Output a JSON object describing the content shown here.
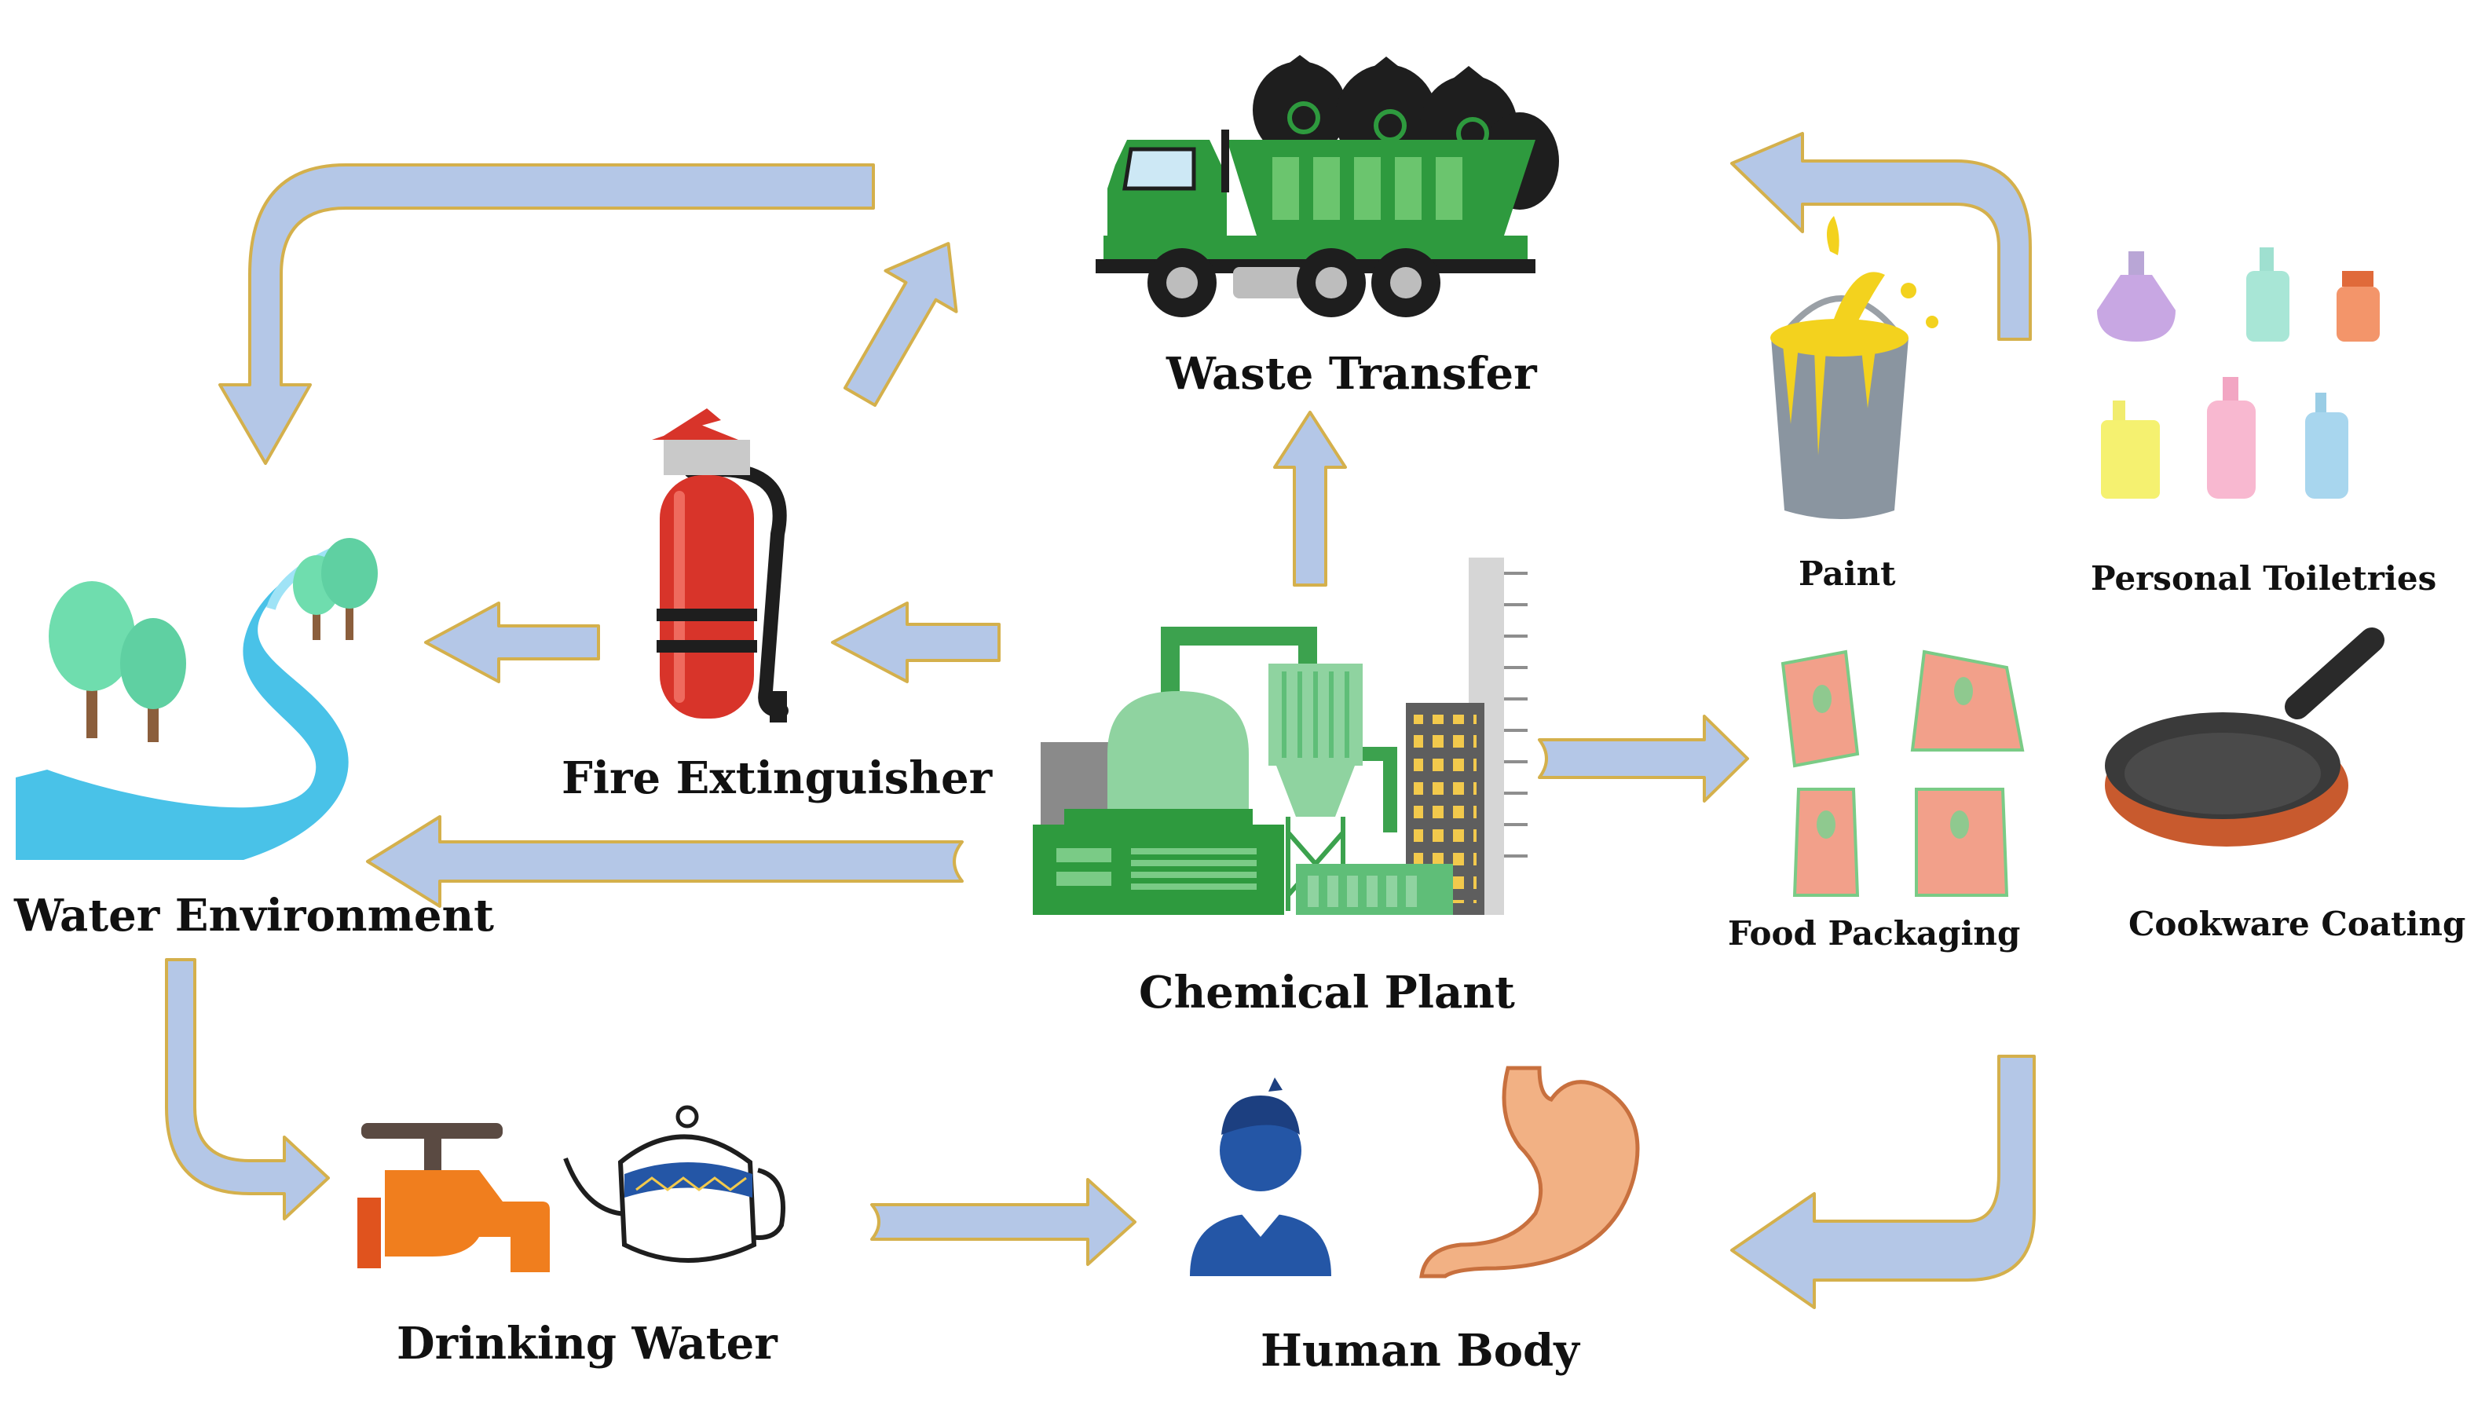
{
  "labels": {
    "waste_transfer": "Waste Transfer",
    "fire_extinguisher": "Fire Extinguisher",
    "water_environment": "Water Environment",
    "chemical_plant": "Chemical Plant",
    "paint": "Paint",
    "personal_toiletries": "Personal Toiletries",
    "food_packaging": "Food Packaging",
    "cookware_coating": "Cookware Coating",
    "drinking_water": "Drinking Water",
    "human_body": "Human Body"
  },
  "colors": {
    "arrow_fill": "#B4C7E7",
    "arrow_stroke": "#D4B04C",
    "truck_green": "#2E9A3E",
    "plant_green": "#3CA24E",
    "extinguisher_red": "#D8342A",
    "river_blue": "#49C2E8",
    "tree_green": "#6FDDAE",
    "faucet_orange": "#F07E1E",
    "person_blue": "#2456A6",
    "stomach_peach": "#F2B184",
    "packaging_salmon": "#F2A08A",
    "pan_dark": "#3A3A3A",
    "pan_copper": "#C85A2E",
    "paint_yellow": "#F3D21E"
  },
  "icons": [
    "garbage-truck-icon",
    "fire-extinguisher-icon",
    "river-trees-icon",
    "chemical-plant-icon",
    "paint-bucket-icon",
    "toiletry-bottles-icon",
    "food-packaging-icon",
    "frying-pan-icon",
    "faucet-icon",
    "teapot-icon",
    "person-icon",
    "stomach-icon"
  ]
}
